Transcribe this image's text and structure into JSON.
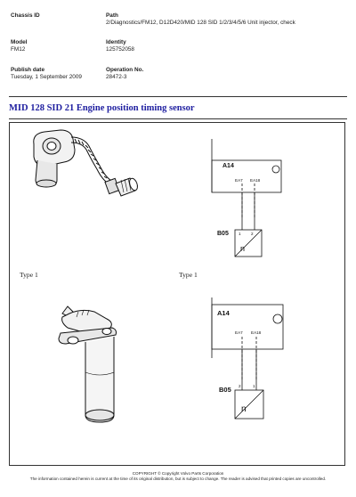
{
  "header": {
    "chassis_id_label": "Chassis ID",
    "path_label": "Path",
    "path_value": "2/Diagnostics/FM12, D12D420/MID 128 SID 1/2/3/4/5/6 Unit injector, check",
    "model_label": "Model",
    "model_value": "FM12",
    "identity_label": "Identity",
    "identity_value": "125752058",
    "publish_date_label": "Publish date",
    "publish_date_value": "Tuesday, 1 September 2009",
    "operation_no_label": "Operation No.",
    "operation_no_value": "28472-3"
  },
  "document": {
    "title": "MID 128 SID 21 Engine position timing sensor",
    "type_label_left": "Type 1",
    "type_label_right": "Type 1"
  },
  "diagram_top": {
    "module": "A14",
    "pin_a": "EA7",
    "pin_b": "EA18",
    "sensor": "B05",
    "sensor_pin_1": "1",
    "sensor_pin_2": "2",
    "sensor_symbol": "n"
  },
  "diagram_bottom": {
    "module": "A14",
    "pin_a": "EA7",
    "pin_b": "EA18",
    "sensor": "B05",
    "sensor_pin_1": "2",
    "sensor_pin_2": "1",
    "sensor_symbol": "n"
  },
  "footer": {
    "copyright": "COPYRIGHT © Copyright Volvo Parts Corporation",
    "disclaimer": "The information contained herein is current at the time of its original distribution, but is subject to change. The reader is advised that printed copies are uncontrolled."
  }
}
